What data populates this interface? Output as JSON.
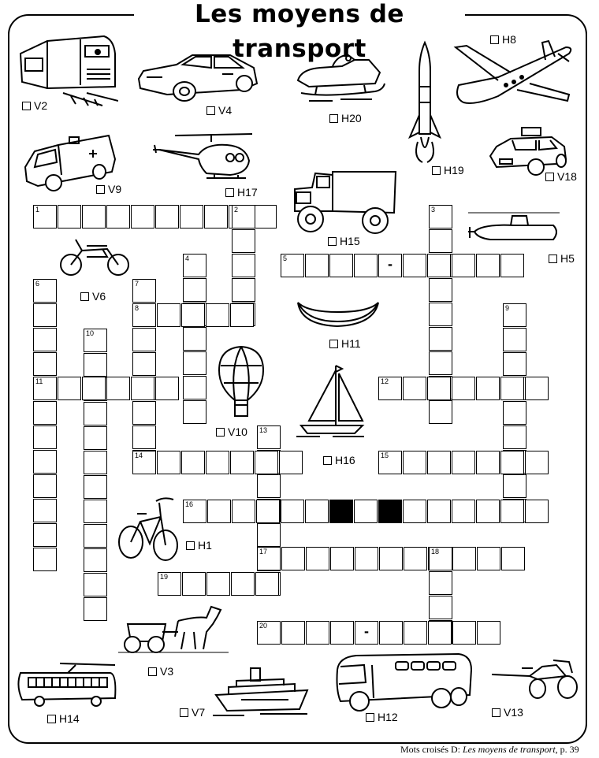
{
  "title": "Les moyens de transport",
  "credit": {
    "prefix": "Mots croisés D: ",
    "book": "Les moyens de transport",
    "suffix": ", p. 39"
  },
  "labels": {
    "v2": "V2",
    "v4": "V4",
    "h20": "H20",
    "h8": "H8",
    "h19": "H19",
    "v9": "V9",
    "h17": "H17",
    "v18": "V18",
    "h15": "H15",
    "h5": "H5",
    "v6": "V6",
    "h11": "H11",
    "v10": "V10",
    "h16": "H16",
    "h1": "H1",
    "v3": "V3",
    "h14": "H14",
    "v7": "V7",
    "h12": "H12",
    "v13": "V13"
  },
  "clue_numbers": [
    "1",
    "2",
    "3",
    "4",
    "5",
    "6",
    "7",
    "8",
    "9",
    "10",
    "11",
    "12",
    "13",
    "14",
    "15",
    "16",
    "17",
    "18",
    "19",
    "20"
  ],
  "icons": {
    "train": "train-icon",
    "car": "car-icon",
    "snowmobile": "snowmobile-icon",
    "rocket": "rocket-icon",
    "airplane": "airplane-icon",
    "ambulance": "ambulance-icon",
    "helicopter": "helicopter-icon",
    "taxi": "taxi-icon",
    "truck": "truck-icon",
    "submarine": "submarine-icon",
    "motorcycle": "motorcycle-icon",
    "canoe": "canoe-icon",
    "balloon": "hot-air-balloon-icon",
    "sailboat": "sailboat-icon",
    "bicycle": "bicycle-icon",
    "cart": "horse-cart-icon",
    "tram": "streetcar-icon",
    "ship": "ship-icon",
    "bus": "bus-icon",
    "carriage": "carriage-icon"
  }
}
